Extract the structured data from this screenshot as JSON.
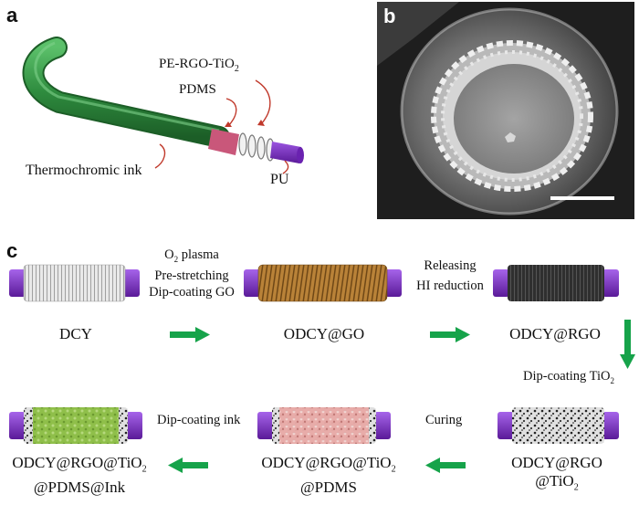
{
  "panels": {
    "a": {
      "letter": "a",
      "layers": {
        "pe_rgo_tio2": "PE-RGO-TiO",
        "pe_rgo_tio2_sub": "2",
        "pdms": "PDMS",
        "ink": "Thermochromic ink",
        "pu": "PU"
      }
    },
    "b": {
      "letter": "b"
    },
    "c": {
      "letter": "c",
      "samples": {
        "dcy": "DCY",
        "odcy_go": "ODCY@GO",
        "odcy_rgo": "ODCY@RGO",
        "odcy_rgo_tio2_l1": "ODCY@RGO",
        "odcy_rgo_tio2_l2a": "@TiO",
        "odcy_rgo_tio2_l2sub": "2",
        "odcy_pdms_l1a": "ODCY@RGO@TiO",
        "odcy_pdms_l1sub": "2",
        "odcy_pdms_l2": "@PDMS",
        "odcy_ink_l1a": "ODCY@RGO@TiO",
        "odcy_ink_l1sub": "2",
        "odcy_ink_l2": "@PDMS@Ink"
      },
      "steps": {
        "s1_l1a": "O",
        "s1_l1sub": "2",
        "s1_l1b": " plasma",
        "s1_l2": "Pre-stretching",
        "s1_l3": "Dip-coating GO",
        "s2_l1": "Releasing",
        "s2_l2": "HI reduction",
        "s3_a": "Dip-coating TiO",
        "s3_sub": "2",
        "s4": "Curing",
        "s5": "Dip-coating ink"
      }
    }
  },
  "colors": {
    "purple": "#7a2bc2",
    "green_tube": "#2e8b3e",
    "pink_layer": "#c9577a",
    "arrow_green": "#16a34a",
    "gold_coil": "#a8742e",
    "dark_coil": "#2a2a2a"
  }
}
